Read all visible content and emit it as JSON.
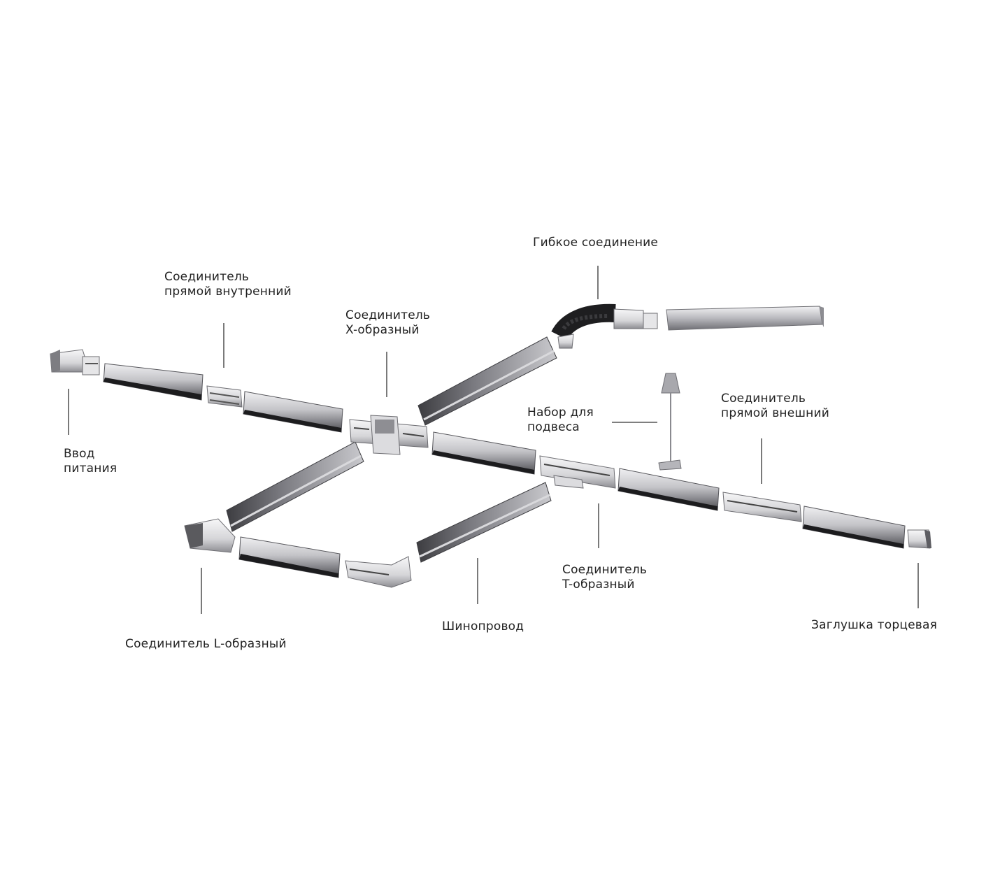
{
  "labels": {
    "flex_connector": [
      "Гибкое соединение"
    ],
    "inner_straight_connector": [
      "Соединитель",
      "прямой внутренний"
    ],
    "x_connector": [
      "Соединитель",
      "X-образный"
    ],
    "power_feed": [
      "Ввод",
      "питания"
    ],
    "suspension_kit": [
      "Набор для",
      "подвеса"
    ],
    "outer_straight_connector": [
      "Соединитель",
      "прямой внешний"
    ],
    "t_connector": [
      "Соединитель",
      "T-образный"
    ],
    "l_connector": [
      "Соединитель L-образный"
    ],
    "track": [
      "Шинопровод"
    ],
    "end_cap": [
      "Заглушка торцевая"
    ]
  },
  "colors": {
    "rail_light": "#e4e4e6",
    "rail_mid": "#a9a9ad",
    "rail_dark": "#4a4a4e",
    "rail_slot": "#1c1c1e",
    "connector_light": "#f2f2f3",
    "connector_dark": "#8d8d92",
    "leader_line": "#333333",
    "text": "#222222"
  }
}
